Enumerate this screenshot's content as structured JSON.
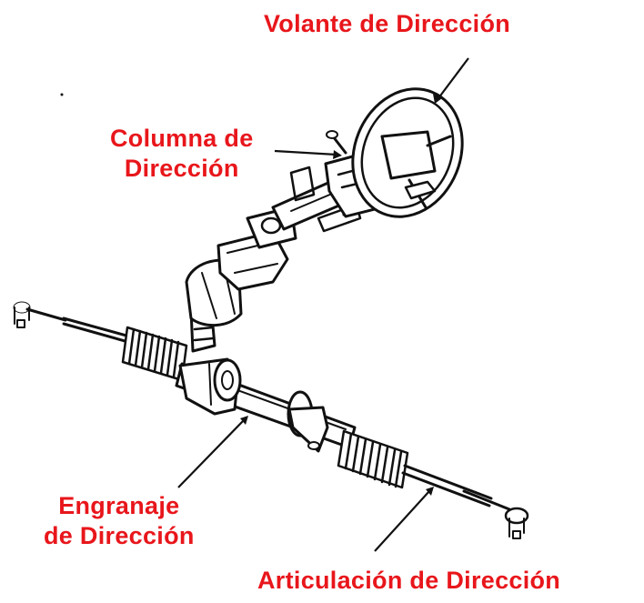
{
  "colors": {
    "label": "#e8161b",
    "ink": "#111111",
    "background": "#ffffff"
  },
  "labels": {
    "steering_wheel": "Volante de Dirección",
    "steering_column_line1": "Columna de",
    "steering_column_line2": "Dirección",
    "steering_gear_line1": "Engranaje",
    "steering_gear_line2": "de Dirección",
    "steering_linkage": "Articulación de Dirección"
  }
}
